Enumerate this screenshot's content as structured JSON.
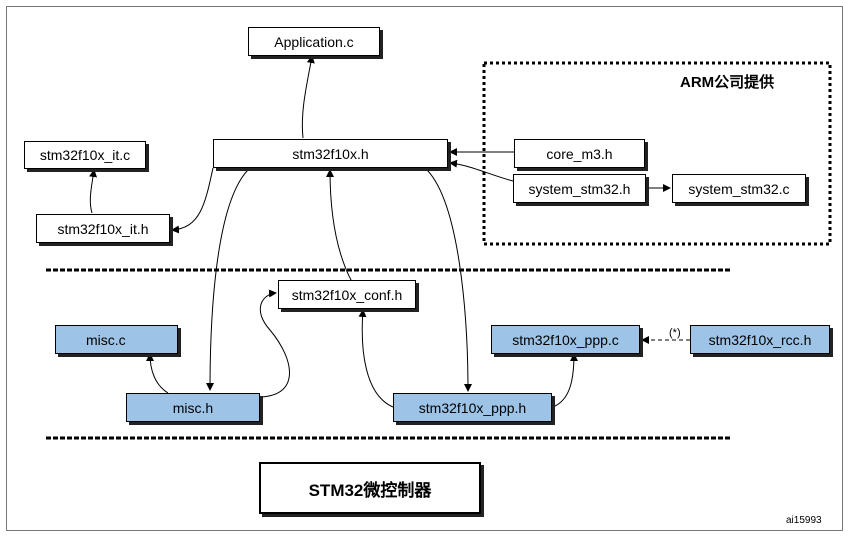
{
  "diagram": {
    "boxes": {
      "application": "Application.c",
      "stm32f10x_h": "stm32f10x.h",
      "stm32f10x_it_c": "stm32f10x_it.c",
      "stm32f10x_it_h": "stm32f10x_it.h",
      "core_m3": "core_m3.h",
      "system_stm32_h": "system_stm32.h",
      "system_stm32_c": "system_stm32.c",
      "conf_h": "stm32f10x_conf.h",
      "misc_c": "misc.c",
      "misc_h": "misc.h",
      "ppp_c": "stm32f10x_ppp.c",
      "ppp_h": "stm32f10x_ppp.h",
      "rcc_h": "stm32f10x_rcc.h",
      "mcu": "STM32微控制器"
    },
    "arm_group_title": "ARM公司提供",
    "rcc_link_label": "(*)",
    "figure_id": "ai15993"
  },
  "colors": {
    "peripheral_box": "#9dc3e6",
    "line": "#000000"
  }
}
